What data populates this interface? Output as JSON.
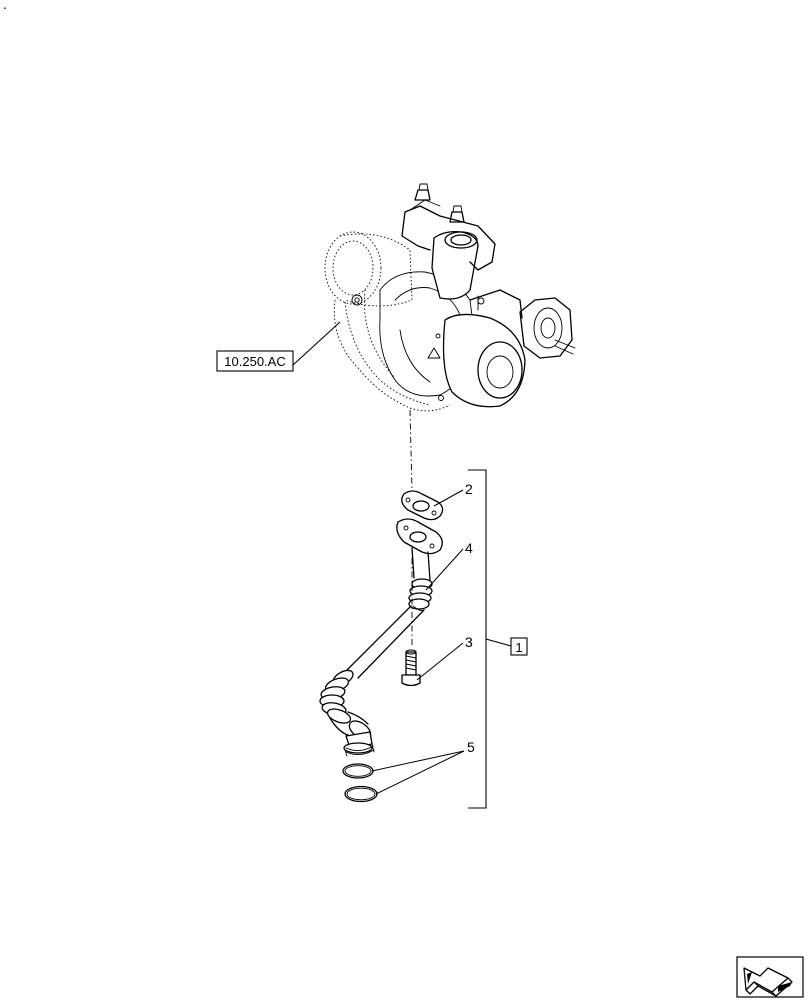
{
  "references": {
    "assembly_ref": "10.250.AC"
  },
  "callouts": {
    "item_1": "1",
    "item_2": "2",
    "item_3": "3",
    "item_4": "4",
    "item_5": "5"
  },
  "page_mark": "."
}
